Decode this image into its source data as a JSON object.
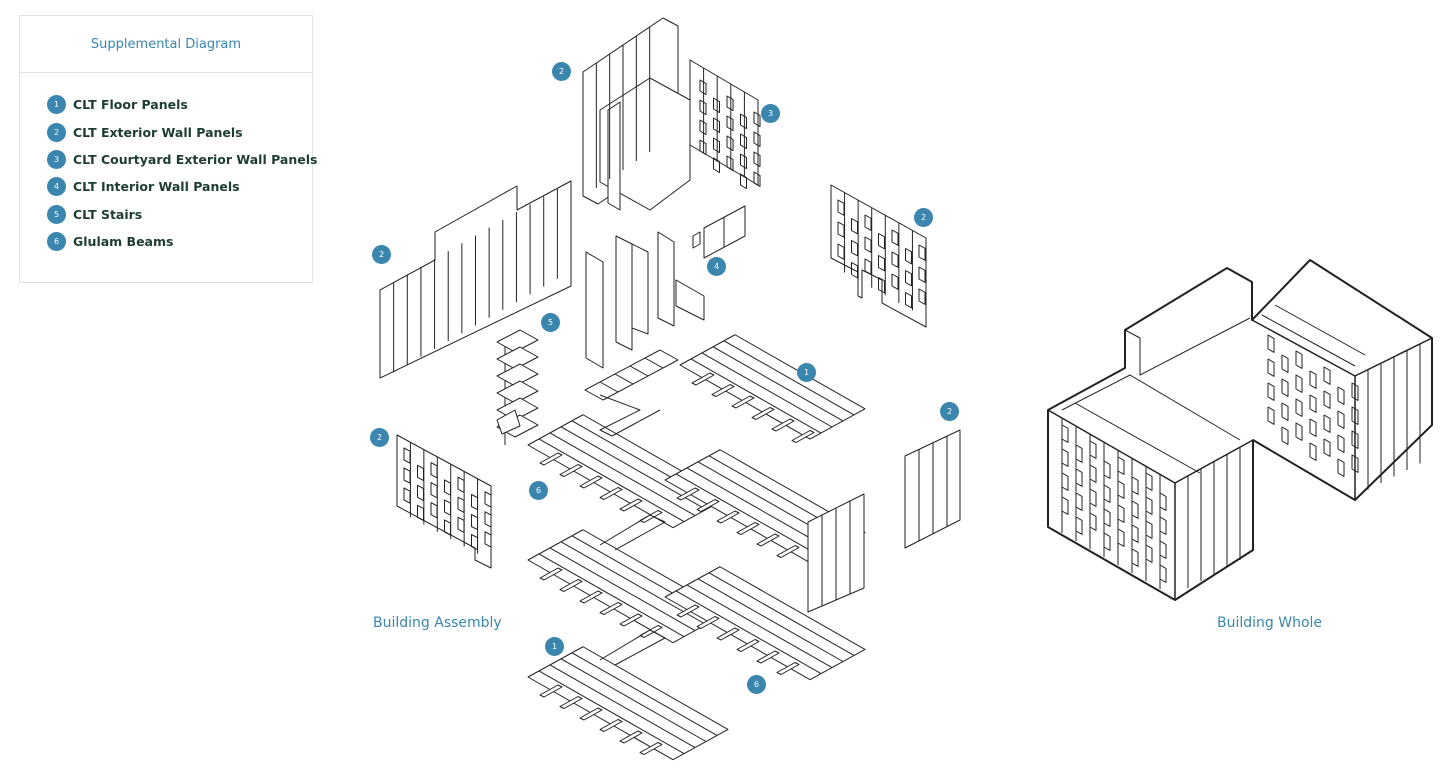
{
  "legend": {
    "title": "Supplemental Diagram",
    "items": [
      {
        "num": "1",
        "label": "CLT Floor Panels"
      },
      {
        "num": "2",
        "label": "CLT Exterior Wall Panels"
      },
      {
        "num": "3",
        "label": "CLT Courtyard Exterior Wall Panels"
      },
      {
        "num": "4",
        "label": "CLT Interior Wall Panels"
      },
      {
        "num": "5",
        "label": "CLT Stairs"
      },
      {
        "num": "6",
        "label": "Glulam Beams"
      }
    ]
  },
  "captions": {
    "assembly": "Building Assembly",
    "whole": "Building Whole"
  },
  "callouts": {
    "wall_back": "2",
    "courtyard": "3",
    "wall_left": "2",
    "wall_right": "2",
    "interior": "4",
    "stairs": "5",
    "floor_top": "1",
    "wall_far_right": "2",
    "wall_lower_left": "2",
    "beams_mid": "6",
    "floor_bottom": "1",
    "beams_bottom": "6"
  },
  "colors": {
    "accent": "#3b86ae",
    "text_dark": "#1c3d2f",
    "line": "#222222"
  }
}
